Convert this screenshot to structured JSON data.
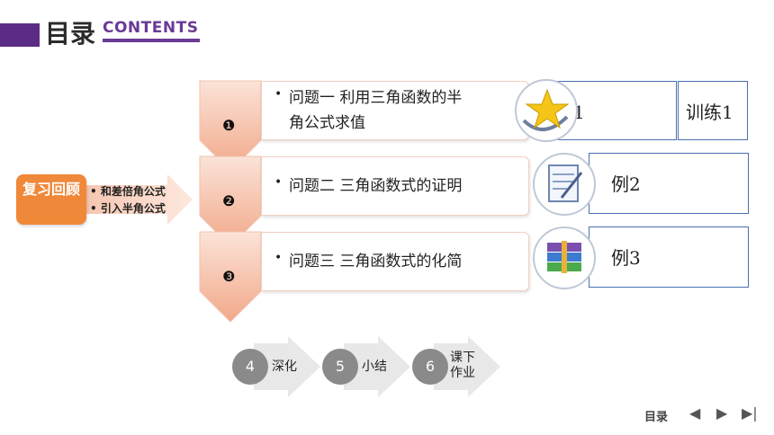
{
  "header": {
    "title": "目录",
    "subtitle": "CONTENTS"
  },
  "review": {
    "label": "复习回顾",
    "items": [
      "• 和差倍角公式",
      "• 引入半角公式"
    ]
  },
  "problems": [
    {
      "number": "❶",
      "line1": "问题一  利用三角函数的半",
      "line2": "角公式求值"
    },
    {
      "number": "❷",
      "line1": "问题二  三角函数式的证明",
      "line2": ""
    },
    {
      "number": "❸",
      "line1": "问题三  三角函数式的化简",
      "line2": ""
    }
  ],
  "examples": [
    {
      "label": "例1"
    },
    {
      "label": "训练1"
    },
    {
      "label": "例2"
    },
    {
      "label": "例3"
    }
  ],
  "steps": [
    {
      "number": "4",
      "label": "深化"
    },
    {
      "number": "5",
      "label": "小结"
    },
    {
      "number": "6",
      "label": "课下\n作业"
    }
  ],
  "nav": {
    "label": "目录",
    "prev": "◀",
    "next": "▶",
    "last": "▶|"
  },
  "colors": {
    "accent": "#5b2c86",
    "orange": "#f0883a",
    "salmon": "#f3b79c"
  }
}
